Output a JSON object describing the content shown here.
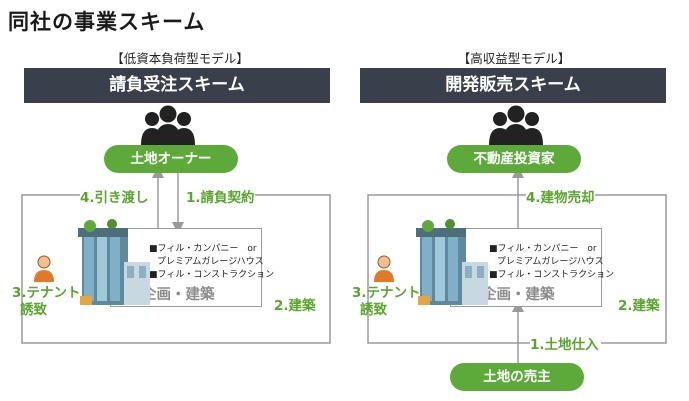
{
  "title": "同社の事業スキーム",
  "left": {
    "subtitle": "【低資本負荷型モデル】",
    "banner": "請負受注スキーム",
    "top_node": "土地オーナー",
    "arrow_left": "4.引き渡し",
    "arrow_right": "1.請負契約",
    "tenant_line1": "3.テナント",
    "tenant_line2": "誘致",
    "build": "2.建築",
    "companies": [
      "■フィル・カンパニー　or",
      "プレミアムガレージハウス",
      "■フィル・コンストラクション"
    ],
    "plan_label": "企画・建築"
  },
  "right": {
    "subtitle": "【高収益型モデル】",
    "banner": "開発販売スキーム",
    "top_node": "不動産投資家",
    "arrow_sale": "4.建物売却",
    "tenant_line1": "3.テナント",
    "tenant_line2": "誘致",
    "build": "2.建築",
    "land_purchase": "1.土地仕入",
    "bottom_node": "土地の売主",
    "companies": [
      "■フィル・カンパニー　or",
      "プレミアムガレージハウス",
      "■フィル・コンストラクション"
    ],
    "plan_label": "企画・建築"
  },
  "colors": {
    "green": "#5daa3a",
    "banner": "#3a3f4c",
    "line": "#9a9a9a"
  },
  "icons": [
    "people-group-icon",
    "person-icon",
    "building-icon"
  ]
}
